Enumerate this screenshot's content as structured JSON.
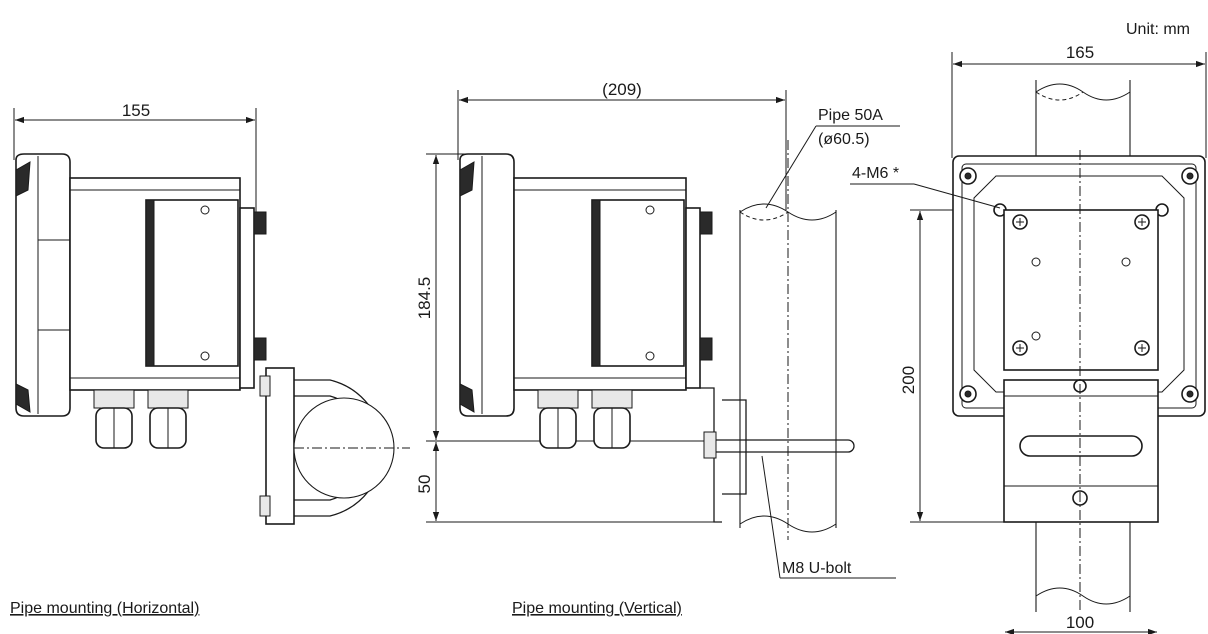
{
  "unit_label": "Unit: mm",
  "views": {
    "horizontal": {
      "caption": "Pipe mounting (Horizontal)",
      "dim_width": "155"
    },
    "vertical": {
      "caption": "Pipe mounting (Vertical)",
      "dim_width": "(209)",
      "dim_height": "184.5",
      "dim_offset": "50",
      "pipe_label": "Pipe 50A",
      "pipe_diameter": "(ø60.5)",
      "ubolt_label": "M8 U-bolt"
    },
    "front": {
      "dim_width": "165",
      "dim_height": "200",
      "dim_bolt_spacing": "100",
      "screw_label": "4-M6 *"
    }
  }
}
